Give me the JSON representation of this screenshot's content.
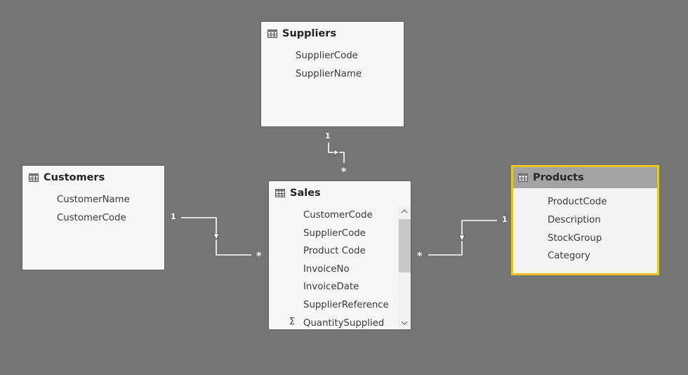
{
  "tables": {
    "suppliers": {
      "title": "Suppliers",
      "fields": [
        "SupplierCode",
        "SupplierName"
      ]
    },
    "customers": {
      "title": "Customers",
      "fields": [
        "CustomerName",
        "CustomerCode"
      ]
    },
    "sales": {
      "title": "Sales",
      "fields": [
        "CustomerCode",
        "SupplierCode",
        "Product Code",
        "InvoiceNo",
        "InvoiceDate",
        "SupplierReference",
        "QuantitySupplied"
      ],
      "sigma_field": "QuantitySupplied"
    },
    "products": {
      "title": "Products",
      "fields": [
        "ProductCode",
        "Description",
        "StockGroup",
        "Category"
      ]
    }
  },
  "relationships": {
    "suppliers_sales": {
      "one": "1",
      "many": "*"
    },
    "customers_sales": {
      "one": "1",
      "many": "*"
    },
    "products_sales": {
      "one": "1",
      "many": "*"
    }
  },
  "colors": {
    "canvas": "#757575",
    "card": "#f7f7f7",
    "selected_border": "#efc323",
    "selected_header": "#a3a3a3",
    "wire": "#ffffff"
  },
  "icons": {
    "table": "table-icon",
    "sigma": "sigma-icon"
  }
}
